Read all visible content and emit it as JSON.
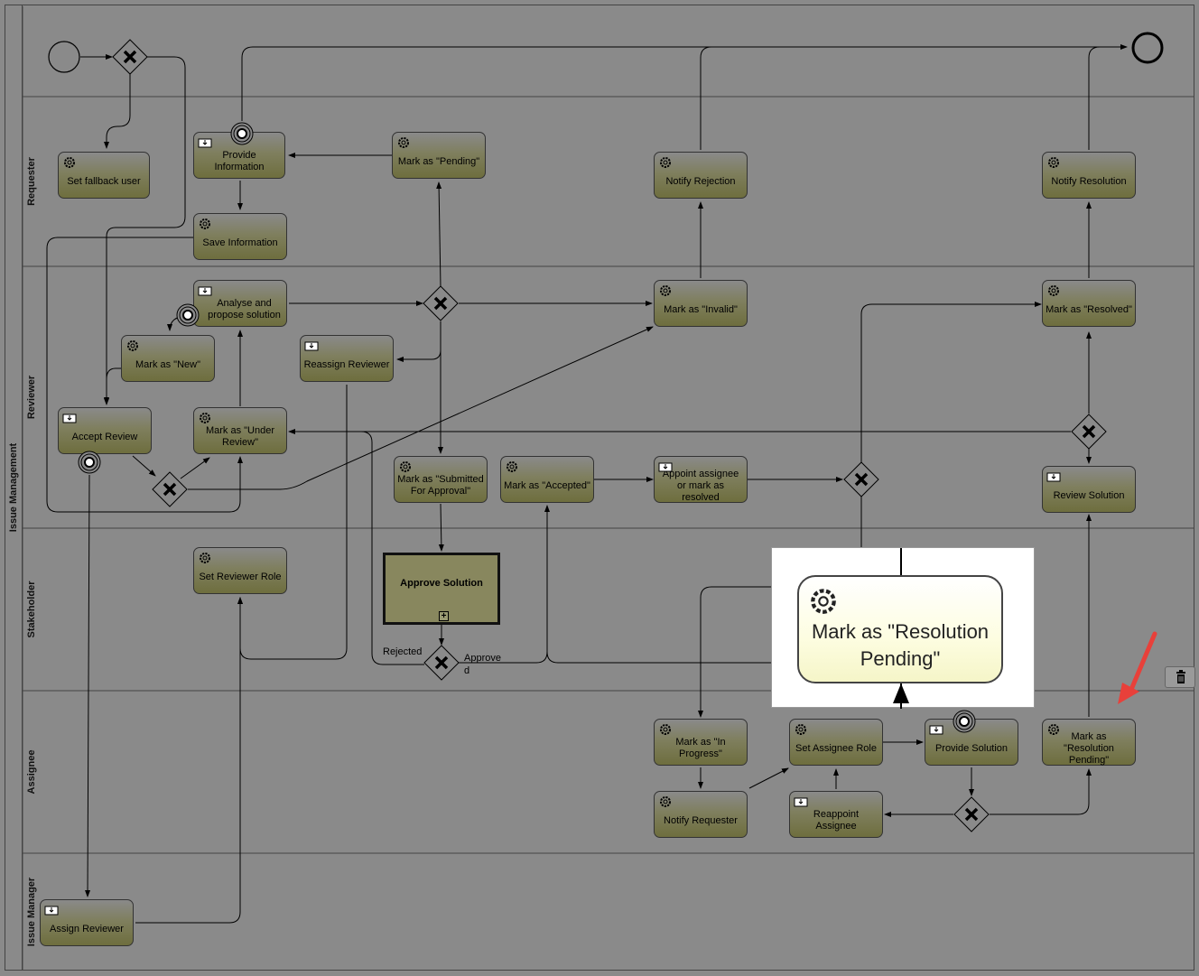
{
  "pool": {
    "label": "Issue Management"
  },
  "lanes": [
    {
      "id": "lane-requester",
      "label": "Requester"
    },
    {
      "id": "lane-reviewer",
      "label": "Reviewer"
    },
    {
      "id": "lane-stakeholder",
      "label": "Stakeholder"
    },
    {
      "id": "lane-assignee",
      "label": "Assignee"
    },
    {
      "id": "lane-issue-manager",
      "label": "Issue Manager"
    }
  ],
  "tasks": {
    "set_fallback_user": "Set fallback user",
    "provide_information": "Provide Information",
    "mark_pending": "Mark as \"Pending\"",
    "notify_rejection": "Notify Rejection",
    "notify_resolution": "Notify Resolution",
    "save_information": "Save Information",
    "analyse_propose": "Analyse and propose solution",
    "mark_invalid": "Mark as \"Invalid\"",
    "mark_resolved": "Mark as \"Resolved\"",
    "mark_new": "Mark as \"New\"",
    "reassign_reviewer": "Reassign Reviewer",
    "accept_review": "Accept Review",
    "mark_under_review": "Mark as \"Under Review\"",
    "mark_submitted": "Mark as \"Submitted For Approval\"",
    "mark_accepted": "Mark as \"Accepted\"",
    "appoint_assignee": "Appoint assignee or mark as resolved",
    "review_solution": "Review Solution",
    "set_reviewer_role": "Set Reviewer Role",
    "approve_solution": "Approve Solution",
    "mark_in_progress": "Mark as \"In Progress\"",
    "set_assignee_role": "Set Assignee Role",
    "provide_solution": "Provide Solution",
    "mark_resolution_pending": "Mark as \"Resolution Pending\"",
    "notify_requester": "Notify Requester",
    "reappoint_assignee": "Reappoint Assignee",
    "assign_reviewer": "Assign Reviewer"
  },
  "edge_labels": {
    "rejected": "Rejected",
    "approved_line1": "Approve",
    "approved_line2": "d"
  },
  "callout": {
    "label": "Mark as \"Resolution Pending\""
  },
  "icons": {
    "service_task": "gear-icon",
    "user_task": "user-task-icon",
    "timer": "timer-event-icon",
    "gateway": "exclusive-gateway-icon",
    "delete": "trash-icon",
    "pointer": "red-arrow-icon"
  },
  "colors": {
    "task_fill": "#7f7f5e",
    "canvas": "#8a8a8a",
    "callout_fill": "#fdfde0",
    "highlight_arrow": "#e8403a"
  }
}
